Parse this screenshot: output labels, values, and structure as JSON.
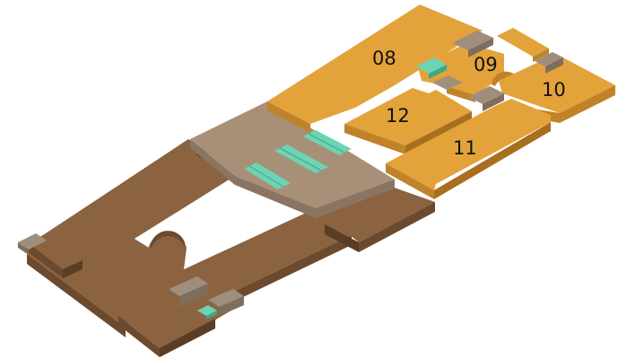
{
  "map": {
    "rooms": [
      {
        "id": "08",
        "label": "08"
      },
      {
        "id": "09",
        "label": "09"
      },
      {
        "id": "10",
        "label": "10"
      },
      {
        "id": "11",
        "label": "11"
      },
      {
        "id": "12",
        "label": "12"
      }
    ]
  },
  "colors": {
    "room_top": "#E3A33A",
    "room_side": "#C0832A",
    "room_face": "#A86F1E",
    "wing_top": "#8B6340",
    "wing_side": "#6B4A2E",
    "wing_face": "#5A3D25",
    "atrium_top": "#A89078",
    "atrium_side": "#8A7462",
    "stairs": "#6DD3B2",
    "stairs_dark": "#3CA886",
    "equipment_top": "#A08E7C",
    "equipment_side": "#7E6E5E"
  }
}
